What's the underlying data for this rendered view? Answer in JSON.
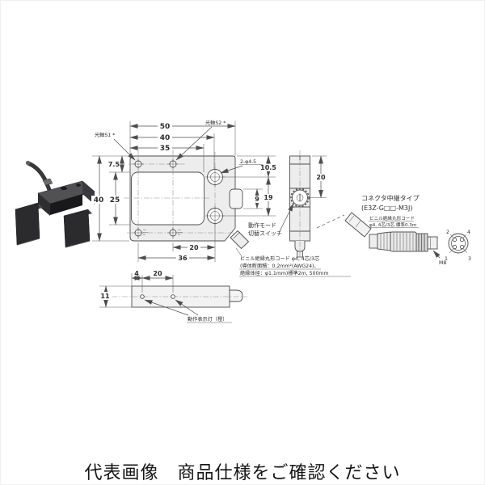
{
  "footer": {
    "text": "代表画像　商品仕様をご確認ください"
  },
  "colors": {
    "line": "#4d4d4d",
    "plate_fill": "#ededed",
    "product_dark": "#2b2b2d",
    "background": "#ffffff"
  },
  "front_view": {
    "axis_s1": "光軸S1 *",
    "axis_s2": "光軸S2 *",
    "dim_width_50": "50",
    "dim_width_40": "40",
    "dim_width_35": "35",
    "dim_7_5": "7.5",
    "dim_height_40": "40",
    "dim_25": "25",
    "holes_label": "2-φ4.5",
    "dim_10_5": "10.5",
    "dim_19": "19",
    "dim_9": "9",
    "dim_20": "20",
    "dim_36": "36"
  },
  "side_view": {
    "dim_20": "20",
    "switch_label_1": "動作モード",
    "switch_label_2": "切替スイッチ"
  },
  "bottom_view": {
    "dim_4": "4",
    "dim_20": "20",
    "dim_11": "11",
    "indicator_label": "動作表示灯（橙）"
  },
  "cord_note": {
    "line1": "ビニル絶縁丸形コード φ4, 4芯/3芯",
    "line2": "(導体断面積：0.2mm²(AWG24)、",
    "line3": "絶縁体径：φ1.1mm)標準2m, 500mm"
  },
  "connector": {
    "title_1": "コネクタ中継タイプ",
    "title_2": "(E3Z-G□□-M3J)",
    "note_1": "ビニル絶縁丸形コード",
    "note_2": "φ4, 4芯/3芯 標準0.3m",
    "thread_label": "M8",
    "pin_1": "1",
    "pin_2": "2",
    "pin_3": "3",
    "pin_4": "4"
  }
}
